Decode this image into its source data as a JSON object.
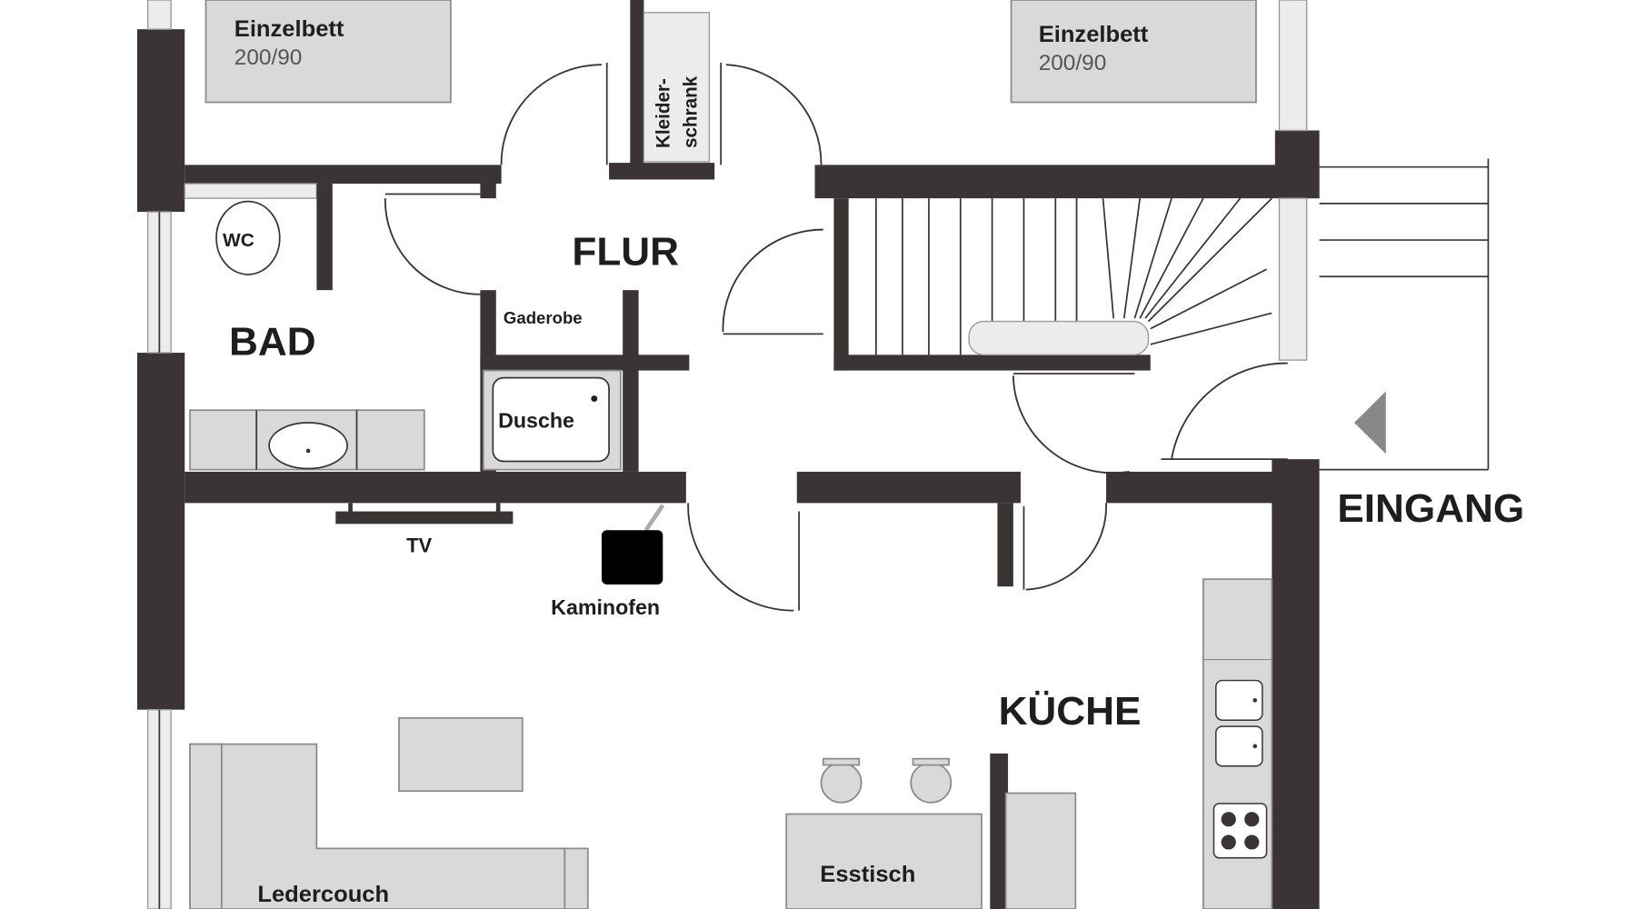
{
  "rooms": {
    "flur": "FLUR",
    "bad": "BAD",
    "kueche": "KÜCHE",
    "eingang": "EINGANG"
  },
  "furniture": {
    "bed_left": {
      "label": "Einzelbett",
      "size": "200/90"
    },
    "bed_right": {
      "label": "Einzelbett",
      "size": "200/90"
    },
    "wardrobe": {
      "line1": "Kleider-",
      "line2": "schrank"
    },
    "wc": "WC",
    "garderobe": "Gaderobe",
    "dusche": "Dusche",
    "tv": "TV",
    "kaminofen": "Kaminofen",
    "esstisch": "Esstisch",
    "ledercouch": "Ledercouch"
  },
  "colors": {
    "wall": "#3a3435",
    "furniture": "#d9d9d9"
  }
}
